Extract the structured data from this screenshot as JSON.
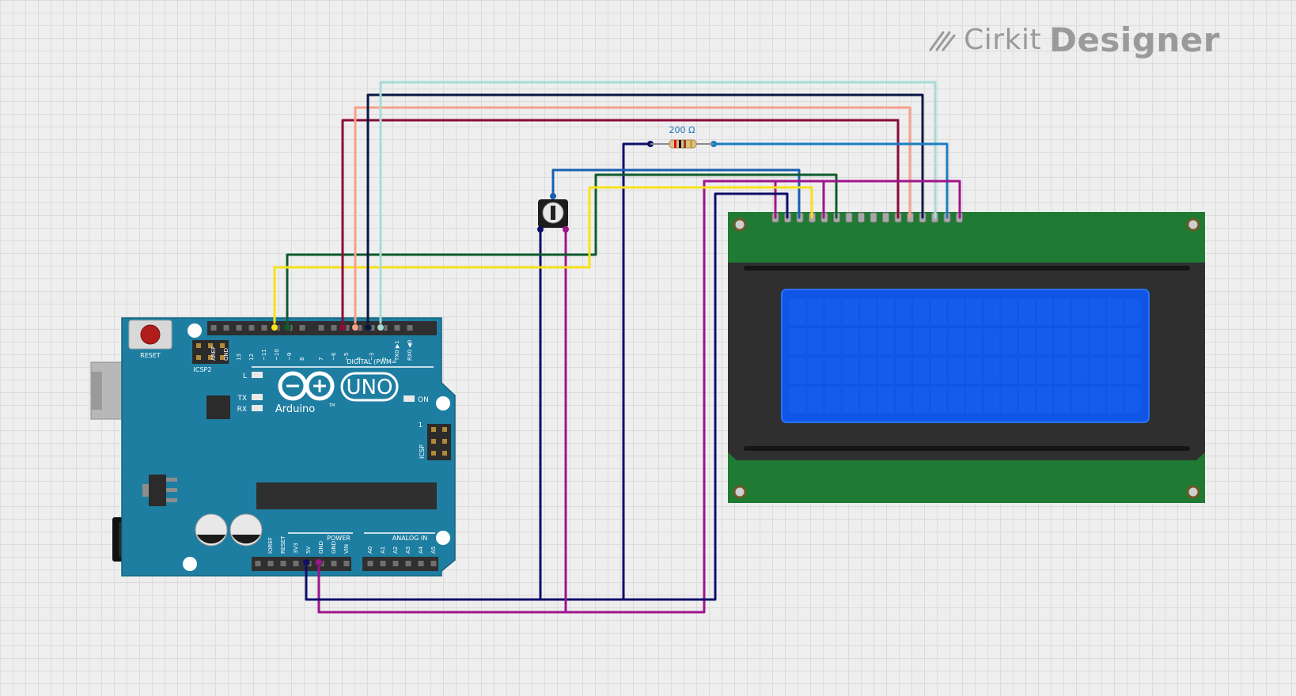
{
  "brand": {
    "name_light": "Cirkit",
    "name_bold": "Designer",
    "color": "#9a9a9a"
  },
  "resistor": {
    "label": "200 Ω"
  },
  "arduino": {
    "reset_label": "RESET",
    "icsp2_label": "ICSP2",
    "icsp_label": "ICSP",
    "icsp_pin1": "1",
    "logo_text": "UNO",
    "brand_text": "Arduino",
    "tm": "TM",
    "led_l": "L",
    "led_tx": "TX",
    "led_rx": "RX",
    "led_on": "ON",
    "digital_label": "DIGITAL (PWM=",
    "power_label": "POWER",
    "analog_label": "ANALOG IN",
    "digital_pins": [
      "AREF",
      "GND",
      "13",
      "12",
      "~11",
      "~10",
      "~9",
      "8",
      "7",
      "~6",
      "~5",
      "4",
      "~3",
      "2",
      "TX0 ▶1",
      "RX0 ◀0"
    ],
    "power_pins": [
      "IOREF",
      "RESET",
      "3V3",
      "5V",
      "GND",
      "GND",
      "VIN"
    ],
    "analog_pins": [
      "A0",
      "A1",
      "A2",
      "A3",
      "A4",
      "A5"
    ],
    "board_color": "#1e7ea1"
  },
  "lcd": {
    "pcb_color": "#1f7a33",
    "screen_color": "#0f56e6"
  },
  "wire_colors": {
    "navy": "#0d0d6b",
    "purple": "#a0148c",
    "yellow": "#f7e21a",
    "green": "#0f5c2e",
    "crimson": "#8a0a3a",
    "salmon": "#f7a08a",
    "darknavy": "#0a1745",
    "lightcyan": "#a6dcd6",
    "blue": "#1760b0",
    "skyblue": "#1a7dc0"
  }
}
